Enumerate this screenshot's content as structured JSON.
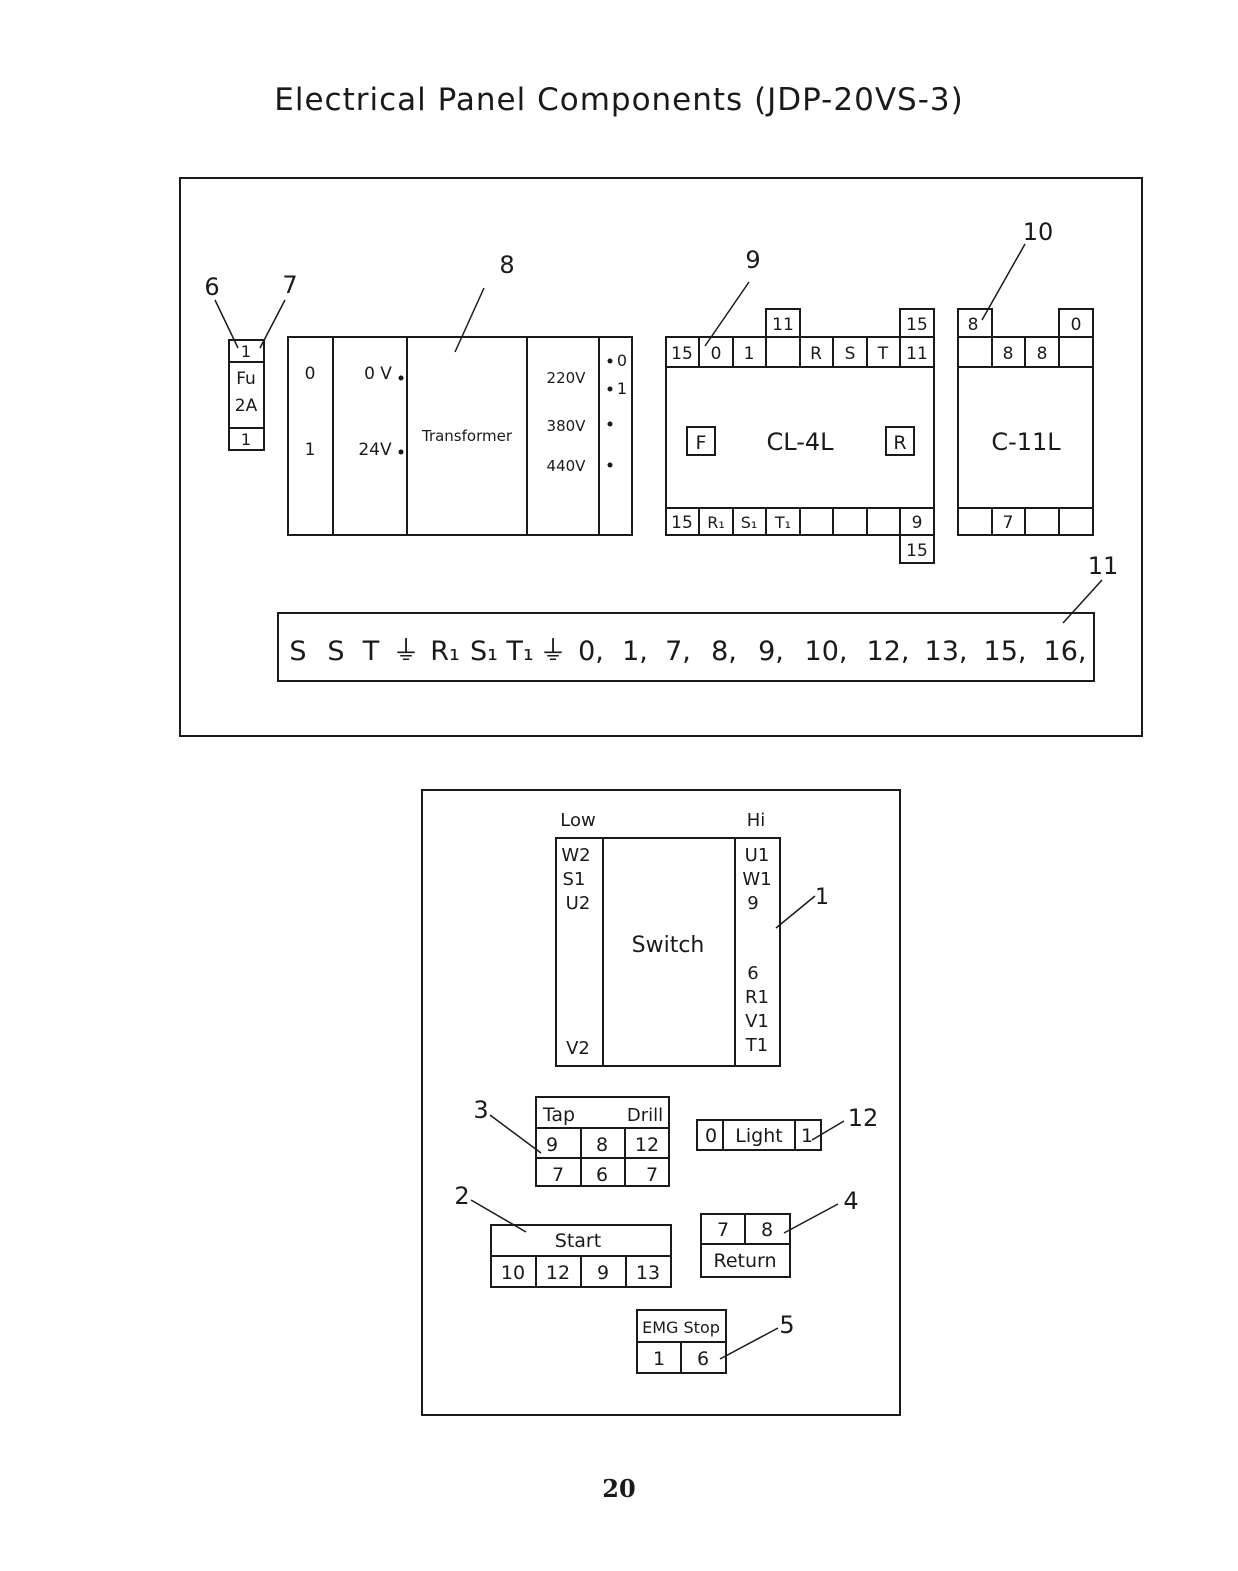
{
  "page": {
    "title": "Electrical Panel Components (JDP-20VS-3)",
    "page_number": "20"
  },
  "callouts": {
    "c1": "1",
    "c2": "2",
    "c3": "3",
    "c4": "4",
    "c5": "5",
    "c6": "6",
    "c7": "7",
    "c8": "8",
    "c9": "9",
    "c10": "10",
    "c11": "11",
    "c12": "12"
  },
  "fuse": {
    "top": "1",
    "line1": "Fu",
    "line2": "2A",
    "bottom": "1"
  },
  "transformer": {
    "left_terminals": [
      "0",
      "1"
    ],
    "secondary": [
      "0 V",
      "24V"
    ],
    "name": "Transformer",
    "primary": [
      "220V",
      "380V",
      "440V"
    ],
    "tap_top": [
      "0",
      "1"
    ]
  },
  "contactor_cl4l": {
    "name": "CL-4L",
    "forward": "F",
    "reverse": "R",
    "top_upper": [
      "11",
      "15"
    ],
    "top_row": [
      "15",
      "0",
      "1",
      "",
      "R",
      "S",
      "T",
      "11"
    ],
    "bottom_row": [
      "15",
      "R₁",
      "S₁",
      "T₁",
      "",
      "",
      "",
      "9"
    ],
    "bottom_lower": "15"
  },
  "relay_c11l": {
    "name": "C-11L",
    "top_upper": [
      "8",
      "0"
    ],
    "top_row": [
      "",
      "8",
      "8",
      ""
    ],
    "bottom_row": [
      "",
      "7",
      "",
      ""
    ]
  },
  "terminal_strip": {
    "labels": [
      "S",
      "S",
      "T",
      "⏚",
      "R₁",
      "S₁",
      "T₁",
      "⏚",
      "0,",
      "1,",
      "7,",
      "8,",
      "9,",
      "10,",
      "12,",
      "13,",
      "15,",
      "16,"
    ]
  },
  "switch": {
    "low_label": "Low",
    "hi_label": "Hi",
    "name": "Switch",
    "low_terminals": [
      "W2",
      "S1",
      "U2",
      "V2"
    ],
    "hi_terminals": [
      "U1",
      "W1",
      "9",
      "6",
      "R1",
      "V1",
      "T1"
    ]
  },
  "tap_drill": {
    "tap_label": "Tap",
    "drill_label": "Drill",
    "row1": [
      "9",
      "8",
      "12"
    ],
    "row2": [
      "7",
      "6",
      "7"
    ]
  },
  "light": {
    "left": "0",
    "label": "Light",
    "right": "1"
  },
  "start": {
    "label": "Start",
    "terminals": [
      "10",
      "12",
      "9",
      "13"
    ]
  },
  "return_btn": {
    "terminals": [
      "7",
      "8"
    ],
    "label": "Return"
  },
  "emg_stop": {
    "label": "EMG Stop",
    "terminals": [
      "1",
      "6"
    ]
  }
}
